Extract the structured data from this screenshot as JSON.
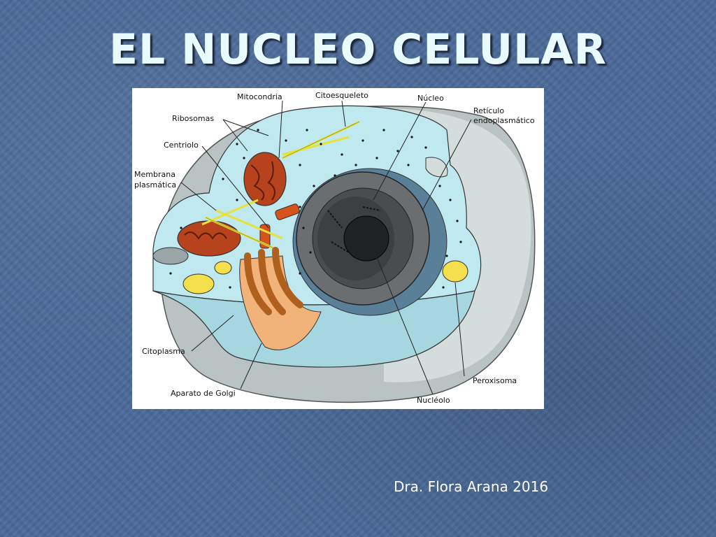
{
  "slide": {
    "title": "EL NUCLEO CELULAR",
    "credit": "Dra. Flora Arana 2016"
  },
  "diagram": {
    "labels": {
      "mitocondria": "Mitocondria",
      "citoesqueleto": "Citoesqueleto",
      "nucleo": "Núcleo",
      "reticulo_1": "Retículo",
      "reticulo_2": "endoplasmático",
      "ribosomas": "Ribosomas",
      "centriolo": "Centriolo",
      "membrana_1": "Membrana",
      "membrana_2": "plasmática",
      "citoplasma": "Citoplasma",
      "aparato_golgi": "Aparato de Golgi",
      "peroxisoma": "Peroxisoma",
      "nucleolo": "Nucléolo"
    }
  }
}
